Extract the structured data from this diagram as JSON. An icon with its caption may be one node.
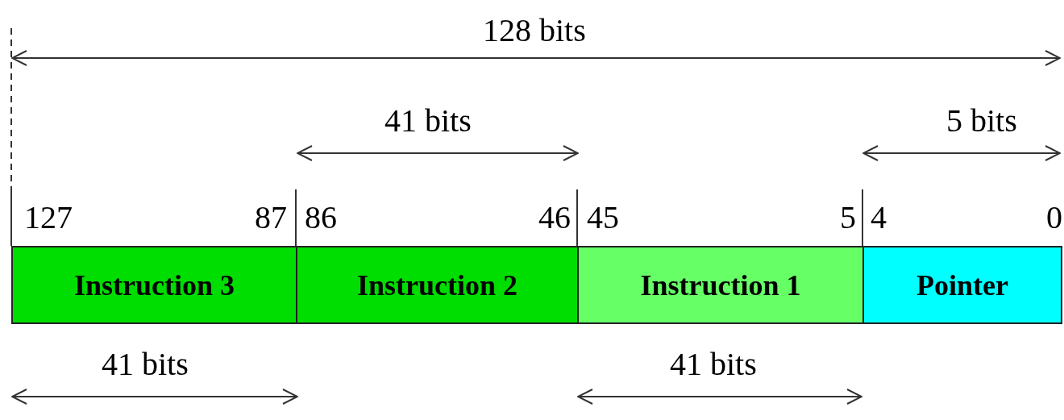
{
  "diagram": {
    "nodes": [
      {
        "text": [
          "Instruction 3"
        ]
      },
      {
        "text": [
          "Instruction 2"
        ]
      },
      {
        "text": [
          "Instruction 1"
        ]
      },
      {
        "text": [
          "Pointer"
        ]
      }
    ],
    "labels": [
      "128 bits",
      "41 bits",
      "5 bits",
      "127",
      "87",
      "86",
      "46",
      "45",
      "5",
      "4",
      "0",
      "41 bits",
      "41 bits"
    ]
  }
}
